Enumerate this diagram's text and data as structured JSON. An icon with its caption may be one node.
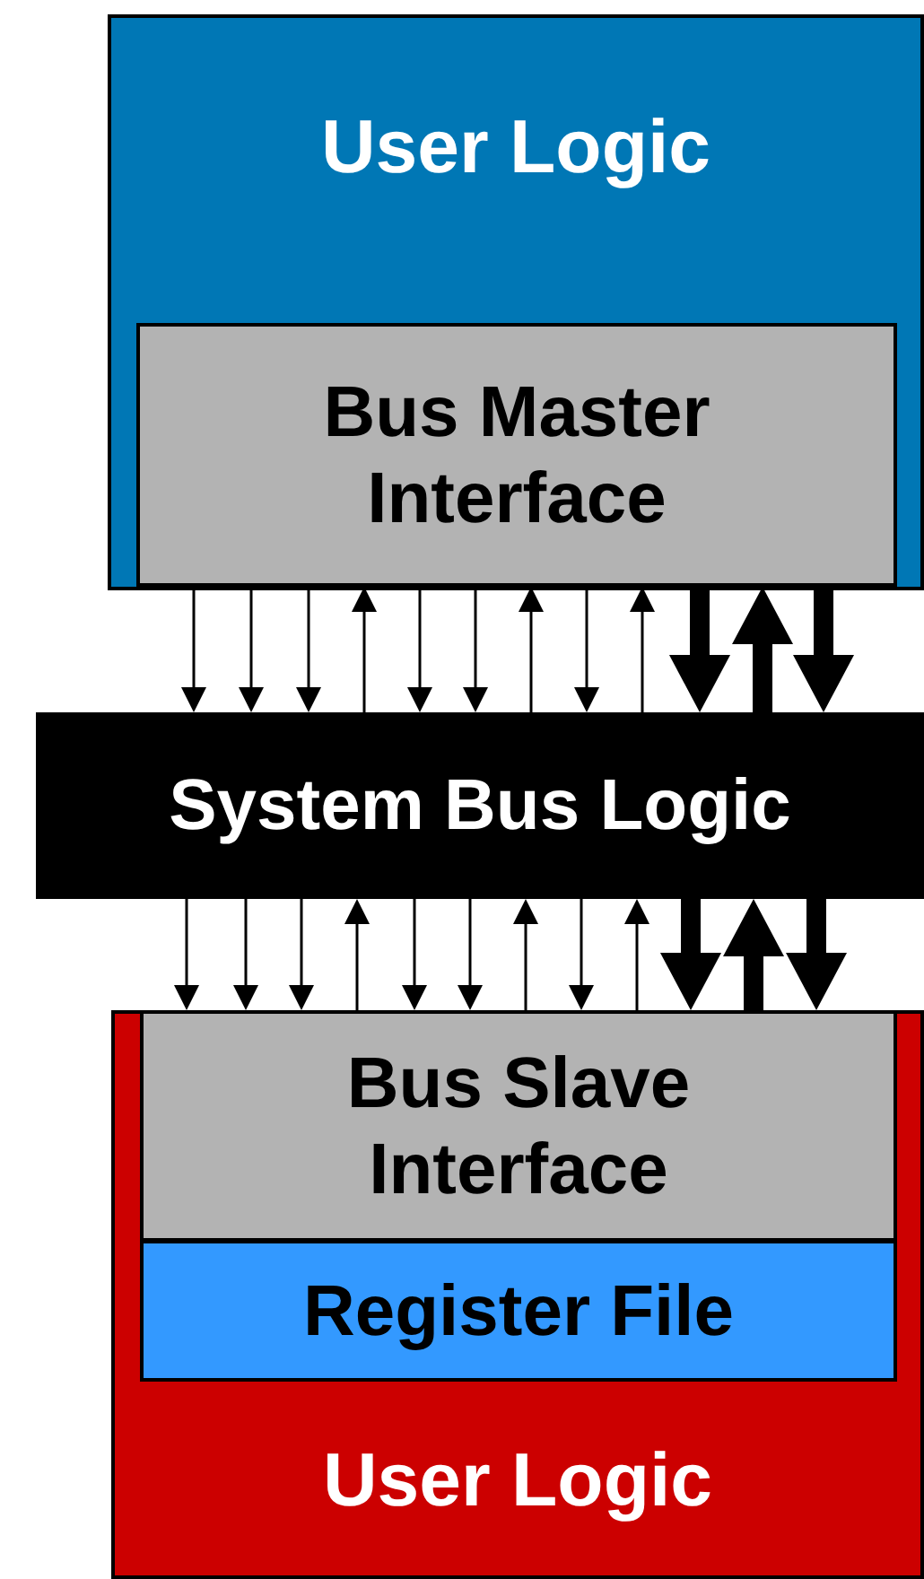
{
  "diagram": {
    "nodes": [
      {
        "text": [
          "User Logic"
        ]
      },
      {
        "text": [
          "Bus Master Interface"
        ],
        "in": 0
      },
      {
        "text": [
          "System Bus Logic"
        ]
      },
      {
        "text": [
          "User Logic"
        ]
      },
      {
        "text": [
          "Bus Slave Interface"
        ],
        "in": 3
      },
      {
        "text": [
          "Register File"
        ],
        "in": 3
      }
    ],
    "edges": [
      {
        "from": 1,
        "to": 2,
        "arrow": "to"
      },
      {
        "from": 1,
        "to": 2,
        "arrow": "to"
      },
      {
        "from": 1,
        "to": 2,
        "arrow": "to"
      },
      {
        "from": 2,
        "to": 1,
        "arrow": "to"
      },
      {
        "from": 1,
        "to": 2,
        "arrow": "to"
      },
      {
        "from": 1,
        "to": 2,
        "arrow": "to"
      },
      {
        "from": 2,
        "to": 1,
        "arrow": "to"
      },
      {
        "from": 1,
        "to": 2,
        "arrow": "to"
      },
      {
        "from": 2,
        "to": 1,
        "arrow": "to"
      },
      {
        "from": 1,
        "to": 2,
        "arrow": "to",
        "style": "thick"
      },
      {
        "from": 2,
        "to": 1,
        "arrow": "to",
        "style": "thick"
      },
      {
        "from": 1,
        "to": 2,
        "arrow": "to",
        "style": "thick"
      },
      {
        "from": 2,
        "to": 4,
        "arrow": "to"
      },
      {
        "from": 2,
        "to": 4,
        "arrow": "to"
      },
      {
        "from": 2,
        "to": 4,
        "arrow": "to"
      },
      {
        "from": 4,
        "to": 2,
        "arrow": "to"
      },
      {
        "from": 2,
        "to": 4,
        "arrow": "to"
      },
      {
        "from": 2,
        "to": 4,
        "arrow": "to"
      },
      {
        "from": 4,
        "to": 2,
        "arrow": "to"
      },
      {
        "from": 2,
        "to": 4,
        "arrow": "to"
      },
      {
        "from": 4,
        "to": 2,
        "arrow": "to"
      },
      {
        "from": 2,
        "to": 4,
        "arrow": "to",
        "style": "thick"
      },
      {
        "from": 4,
        "to": 2,
        "arrow": "to",
        "style": "thick"
      },
      {
        "from": 2,
        "to": 4,
        "arrow": "to",
        "style": "thick"
      }
    ]
  }
}
